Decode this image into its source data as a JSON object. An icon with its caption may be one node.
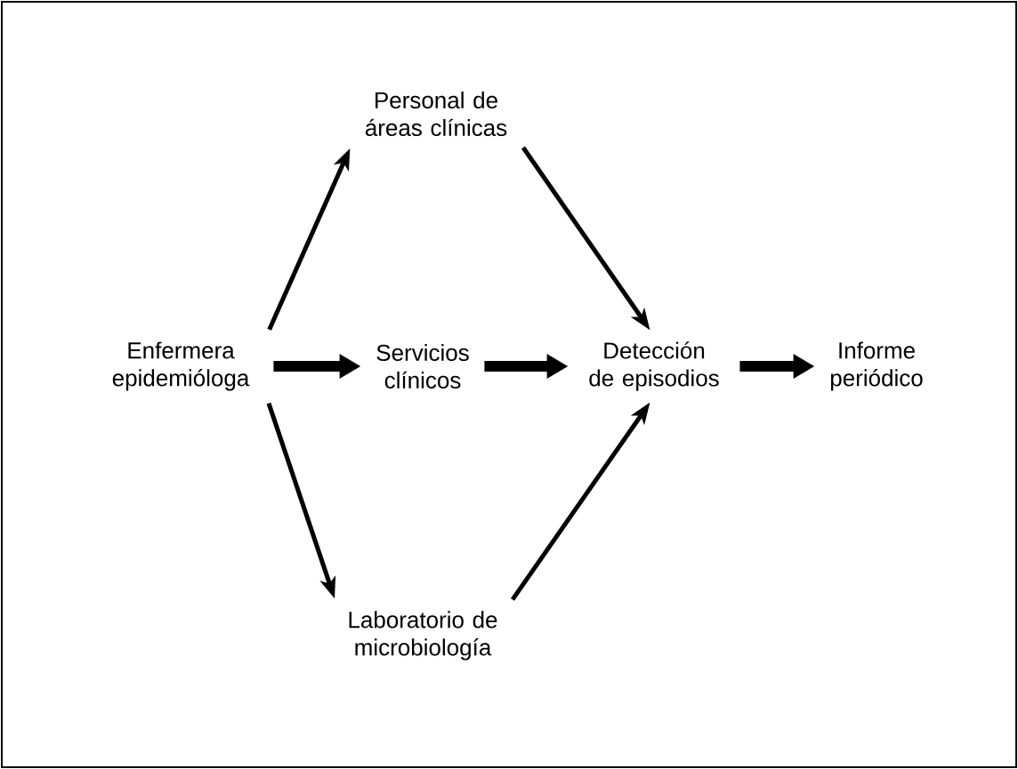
{
  "diagram": {
    "nodes": [
      {
        "text": [
          "Enfermera epidemióloga"
        ]
      },
      {
        "text": [
          "Personal de áreas clínicas"
        ]
      },
      {
        "text": [
          "Servicios clínicos"
        ]
      },
      {
        "text": [
          "Laboratorio de microbiología"
        ]
      },
      {
        "text": [
          "Detección de episodios"
        ]
      },
      {
        "text": [
          "Informe periódico"
        ]
      }
    ],
    "edges": [
      {
        "from": 0,
        "to": 1,
        "arrow": "to"
      },
      {
        "from": 0,
        "to": 2,
        "arrow": "to",
        "style": "thick"
      },
      {
        "from": 0,
        "to": 3,
        "arrow": "to"
      },
      {
        "from": 1,
        "to": 4,
        "arrow": "to"
      },
      {
        "from": 2,
        "to": 4,
        "arrow": "to",
        "style": "thick"
      },
      {
        "from": 3,
        "to": 4,
        "arrow": "to"
      },
      {
        "from": 4,
        "to": 5,
        "arrow": "to",
        "style": "thick"
      }
    ]
  }
}
